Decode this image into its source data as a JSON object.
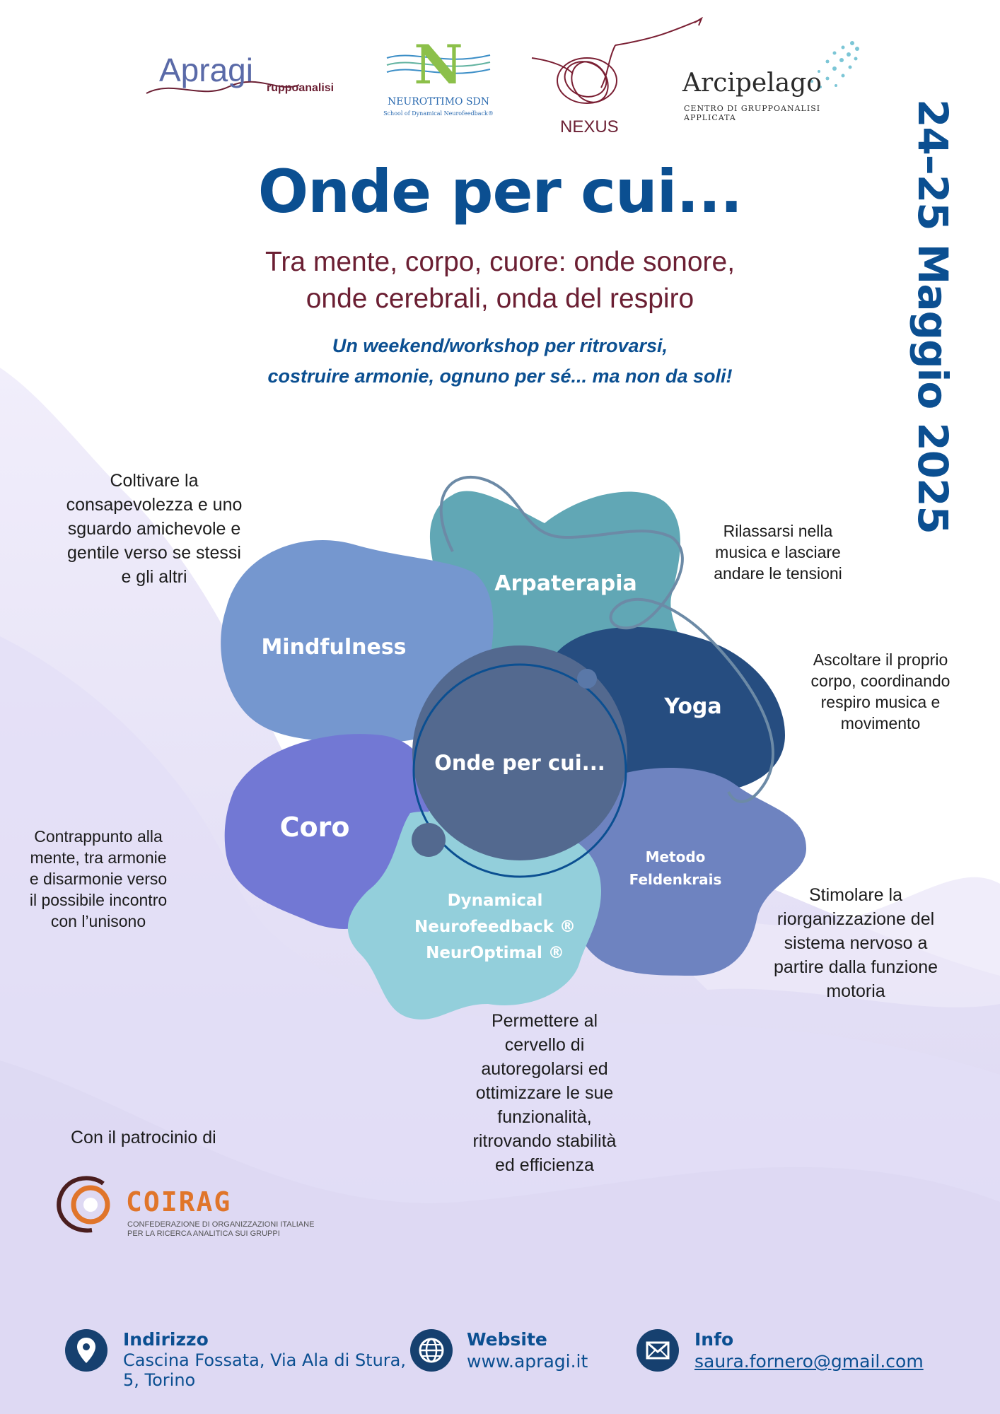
{
  "logos": {
    "apragi": {
      "name_main": "Apragi",
      "name_suffix": "ruppoanalisi"
    },
    "neurottimo": {
      "name": "NEUROTTIMO SDN",
      "tagline": "School of Dynamical Neurofeedback®"
    },
    "nexus": {
      "name": "NEXUS"
    },
    "arcipelago": {
      "name": "Arcipelago",
      "tagline": "CENTRO DI GRUPPOANALISI APPLICATA"
    }
  },
  "title": "Onde per cui...",
  "subtitle_lines": [
    "Tra mente, corpo, cuore: onde sonore,",
    "onde cerebrali, onda del respiro"
  ],
  "tagline_lines": [
    "Un weekend/workshop per ritrovarsi,",
    "costruire armonie, ognuno per sé... ma non da soli!"
  ],
  "date": "24–25 Maggio 2025",
  "activities": {
    "mindfulness": {
      "label": "Mindfulness",
      "description": [
        "Coltivare la",
        "consapevolezza e uno",
        "sguardo amichevole e",
        "gentile verso se stessi",
        "e gli altri"
      ]
    },
    "arpaterapia": {
      "label": "Arpaterapia",
      "description": [
        "Rilassarsi nella",
        "musica e lasciare",
        "andare le tensioni"
      ]
    },
    "yoga": {
      "label": "Yoga",
      "description": [
        "Ascoltare il proprio",
        "corpo, coordinando",
        "respiro musica e",
        "movimento"
      ]
    },
    "center": {
      "label": "Onde per cui..."
    },
    "coro": {
      "label": "Coro",
      "description": [
        "Contrappunto alla",
        "mente, tra armonie",
        "e disarmonie verso",
        "il possibile incontro",
        "con l’unisono"
      ]
    },
    "feldenkrais": {
      "label_lines": [
        "Metodo",
        "Feldenkrais"
      ],
      "description": [
        "Stimolare la",
        "riorganizzazione del",
        "sistema nervoso a",
        "partire dalla funzione",
        "motoria"
      ]
    },
    "neurofeedback": {
      "label_lines": [
        "Dynamical",
        "Neurofeedback ®",
        "NeurOptimal ®"
      ],
      "description": [
        "Permettere al",
        "cervello di",
        "autoregolarsi ed",
        "ottimizzare le sue",
        "funzionalità,",
        "ritrovando stabilità",
        "ed efficienza"
      ]
    }
  },
  "patronage": {
    "label": "Con il patrocinio di",
    "org_name": "COIRAG",
    "org_full": [
      "CONFEDERAZIONE DI ORGANIZZAZIONI ITALIANE",
      "PER LA RICERCA ANALITICA SUI GRUPPI"
    ]
  },
  "footer": {
    "address": {
      "label": "Indirizzo",
      "value_lines": [
        "Cascina Fossata, Via Ala di Stura,",
        "5, Torino"
      ]
    },
    "website": {
      "label": "Website",
      "value": "www.apragi.it"
    },
    "info": {
      "label": "Info",
      "value": "saura.fornero@gmail.com"
    }
  },
  "colors": {
    "title_blue": "#0b4f91",
    "subtitle_wine": "#6b1f33",
    "mindfulness": "#7597cf",
    "arpaterapia": "#61a7b5",
    "yoga": "#264d80",
    "center": "#53698f",
    "coro": "#7278d4",
    "feldenkrais": "#6e83c0",
    "neurofeedback": "#93cfdb",
    "background_wash": "#e4e0f6"
  }
}
